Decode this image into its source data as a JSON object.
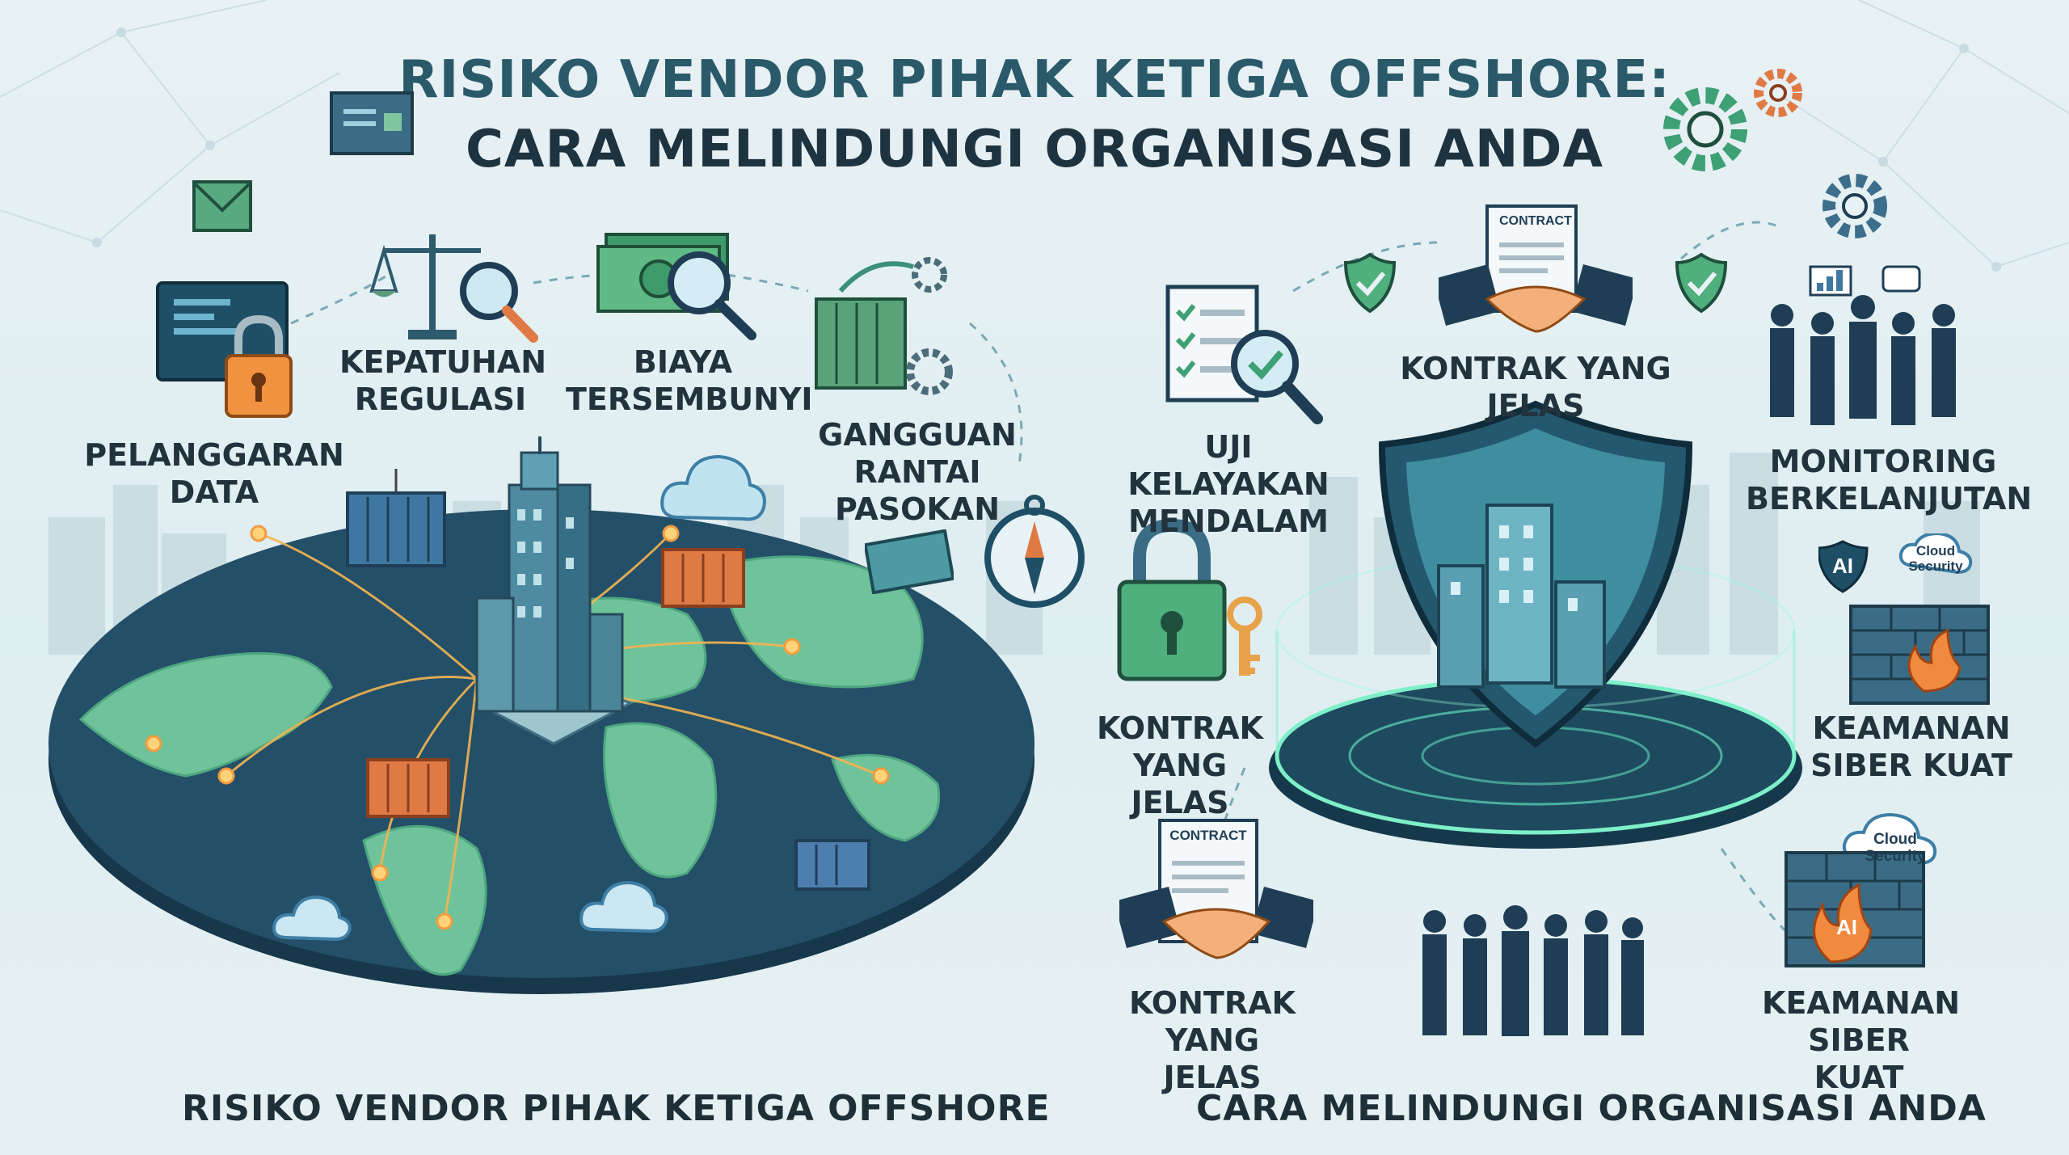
{
  "title": {
    "line1": "RISIKO VENDOR PIHAK KETIGA OFFSHORE:",
    "line2": "CARA MELINDUNGI ORGANISASI ANDA"
  },
  "risks": {
    "data_breach": "PELANGGARAN DATA",
    "compliance": "KEPATUHAN REGULASI",
    "hidden_costs": "BIAYA TERSEMBUNYI",
    "supply_chain": "GANGGUAN RANTAI PASOKAN"
  },
  "protections": {
    "due_diligence": "UJI KELAYAKAN MENDALAM",
    "clear_contracts_top": "KONTRAK YANG JELAS",
    "monitoring": "MONITORING BERKELANJUTAN",
    "clear_contracts_mid": "KONTRAK YANG JELAS",
    "cyber_security_mid": "KEAMANAN SIBER KUAT",
    "clear_contracts_bottom": "KONTRAK YANG JELAS",
    "cyber_security_bottom": "KEAMANAN SIBER KUAT"
  },
  "badges": {
    "contract_top": "CONTRACT",
    "contract_bottom": "CONTRACT",
    "ai_top": "AI",
    "ai_bottom": "AI",
    "cloud_top": "Cloud Security",
    "cloud_bottom": "Cloud Security"
  },
  "captions": {
    "left": "RISIKO VENDOR PIHAK KETIGA OFFSHORE",
    "right": "CARA MELINDUNGI ORGANISASI ANDA"
  },
  "colors": {
    "accent": "#2f8f86",
    "navy": "#1f4f66",
    "orange": "#e8894a",
    "map_land": "#6fc39a",
    "map_ocean": "#1f4a63"
  },
  "icons": [
    "laptop-lock-icon",
    "scales-magnifier-icon",
    "money-magnifier-icon",
    "container-gears-icon",
    "compass-icon",
    "checklist-magnifier-icon",
    "handshake-contract-icon",
    "shield-check-icon",
    "padlock-key-icon",
    "firewall-fire-icon",
    "gear-icon",
    "cloud-icon"
  ]
}
